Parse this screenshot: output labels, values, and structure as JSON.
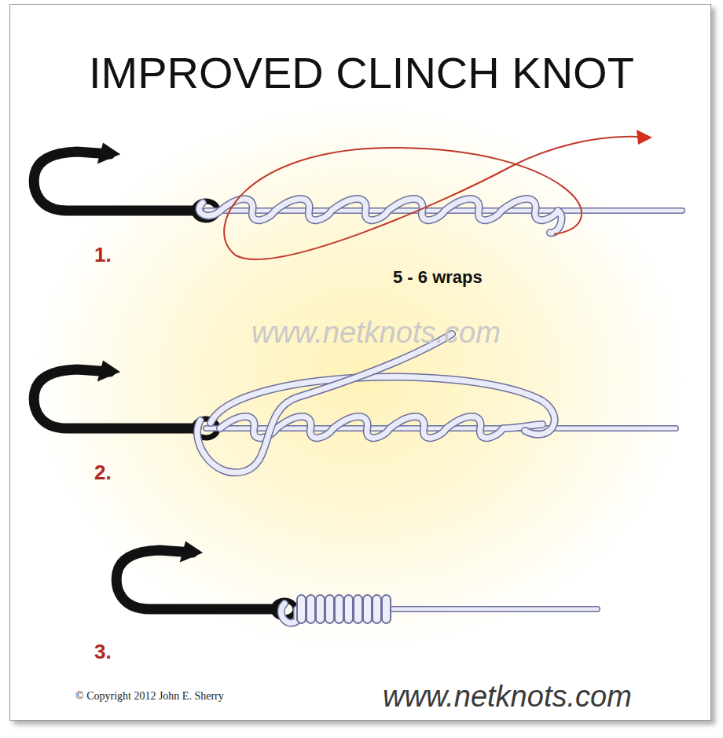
{
  "diagram": {
    "title": "IMPROVED CLINCH KNOT",
    "labels": [
      "1.",
      "5 - 6 wraps",
      "www.netknots.com",
      "2.",
      "3.",
      "© Copyright 2012 John E. Sherry",
      "www.netknots.com"
    ]
  }
}
